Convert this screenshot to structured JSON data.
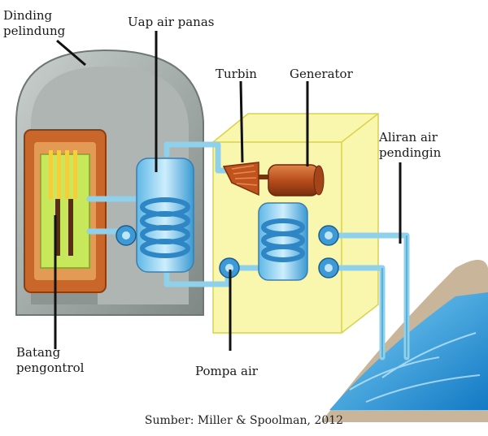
{
  "labels": {
    "dinding": "Dinding\npelindung",
    "uap": "Uap air panas",
    "turbin": "Turbin",
    "generator": "Generator",
    "aliran": "Aliran air\npendingin",
    "batang": "Batang\npengontrol",
    "pompa": "Pompa air"
  },
  "caption": "Sumber: Miller & Spoolman, 2012",
  "colors": {
    "dome": "#9aa3a0",
    "turbine_box": "#f3f06a",
    "pipe": "#8fd0ea",
    "core": "#c7e85a",
    "water": "#2ea3e0",
    "turbine": "#c0541c",
    "generator": "#b84e1c"
  }
}
